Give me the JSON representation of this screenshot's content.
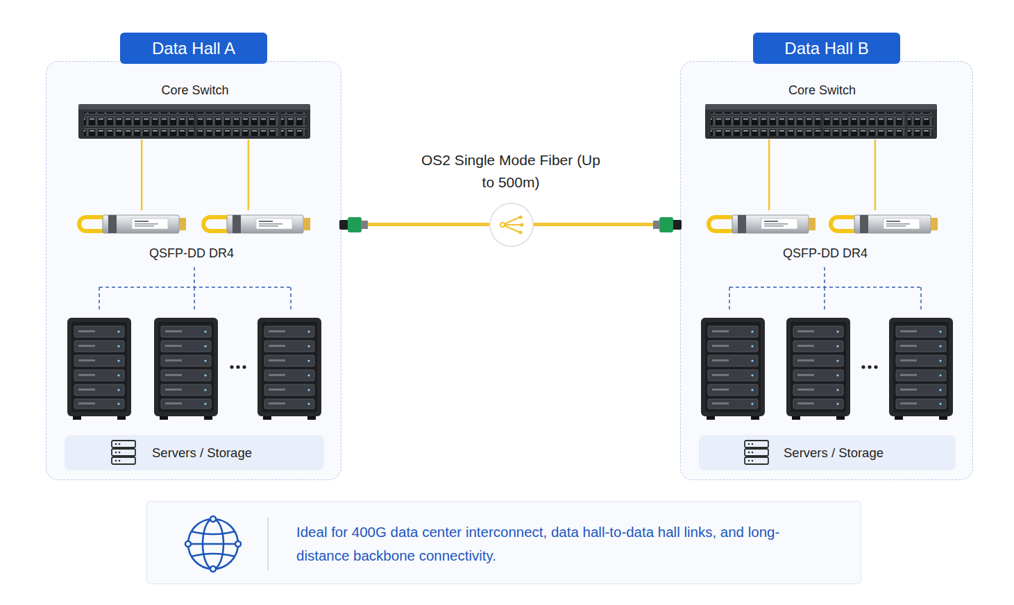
{
  "diagram": {
    "nodes": [
      {
        "text": [
          "Data Hall A"
        ]
      },
      {
        "text": [
          "Core Switch"
        ],
        "in": 0
      },
      {
        "text": [
          "QSFP-DD DR4"
        ],
        "in": 0
      },
      {
        "text": [
          "Servers / Storage"
        ],
        "in": 0
      },
      {
        "text": [
          "Data Hall B"
        ]
      },
      {
        "text": [
          "Core Switch"
        ],
        "in": 4
      },
      {
        "text": [
          "QSFP-DD DR4"
        ],
        "in": 4
      },
      {
        "text": [
          "Servers / Storage"
        ],
        "in": 4
      },
      {
        "text": [
          "Ideal for 400G data center interconnect, data hall-to-data hall links, and long-distance backbone connectivity."
        ]
      }
    ],
    "edges": [
      {
        "from": 1,
        "to": 2,
        "arrow": "none"
      },
      {
        "from": 1,
        "to": 2,
        "arrow": "none"
      },
      {
        "from": 5,
        "to": 6,
        "arrow": "none"
      },
      {
        "from": 5,
        "to": 6,
        "arrow": "none"
      },
      {
        "from": 0,
        "to": 4,
        "label": "OS2 Single Mode Fiber (Up to 500m)",
        "arrow": "none"
      }
    ]
  }
}
